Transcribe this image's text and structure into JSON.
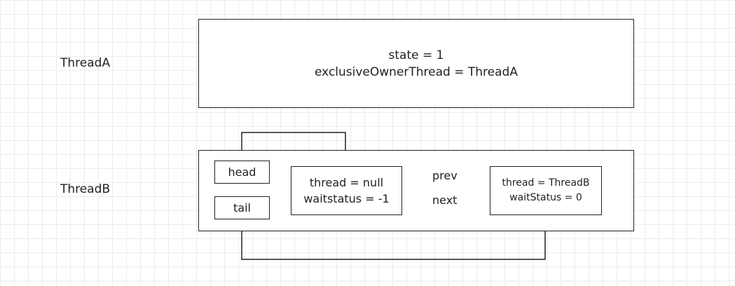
{
  "lanes": {
    "thread_a": "ThreadA",
    "thread_b": "ThreadB"
  },
  "sync_state": {
    "line1": "state = 1",
    "line2": "exclusiveOwnerThread = ThreadA"
  },
  "queue": {
    "head_label": "head",
    "tail_label": "tail",
    "head_node": {
      "line1": "thread = null",
      "line2": "waitstatus = -1"
    },
    "tail_node": {
      "line1": "thread = ThreadB",
      "line2": "waitStatus = 0"
    },
    "prev_label": "prev",
    "next_label": "next"
  },
  "colors": {
    "stroke": "#222222",
    "grid": "#ececec"
  }
}
